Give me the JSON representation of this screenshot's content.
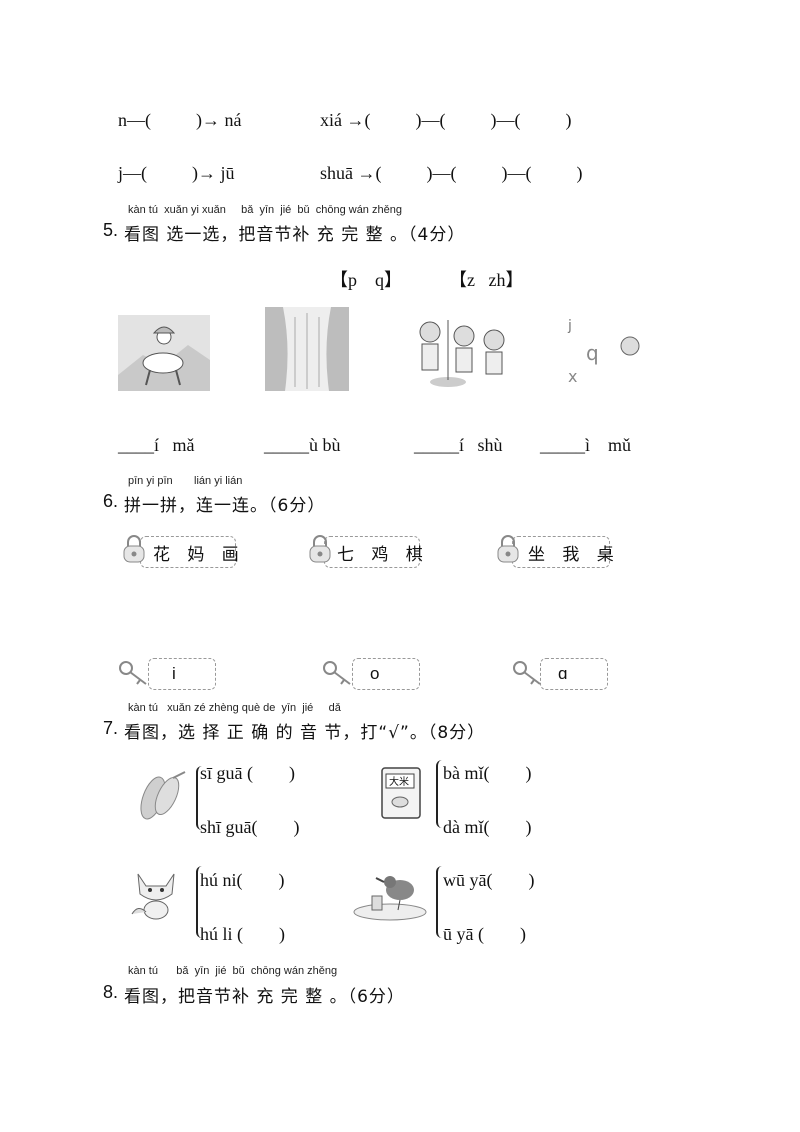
{
  "spelling": {
    "row1_left": "n—(          )→ ná",
    "row1_right": "xiá →(          )—(          )—(          )",
    "row2_left": "j—(          )→ jū",
    "row2_right": "shuā →(          )—(          )—(          )"
  },
  "q5": {
    "pinyin": "kàn tú  xuǎn yi xuǎn     bǎ  yīn  jié  bǔ  chōng wán zhěng",
    "number": "5.",
    "title": "看图 选一选，把音节补 充 完 整 。（4分）",
    "choice1": "【p    q】",
    "choice2": "【z   zh】",
    "answers": [
      "____í   mǎ",
      "_____ù bù",
      "_____í   shù",
      "_____ì    mǔ"
    ]
  },
  "q6": {
    "pinyin": "pīn yi pīn       lián yi lián",
    "number": "6.",
    "title": "拼一拼，连一连。（6分）",
    "locks": [
      "花 妈 画",
      "七 鸡 棋",
      "坐 我 桌"
    ],
    "keys": [
      "i",
      "o",
      "ɑ"
    ]
  },
  "q7": {
    "pinyin": "kàn tú   xuǎn zé zhèng què de  yīn  jié     dǎ",
    "number": "7.",
    "title": "看图，选 择 正 确 的 音 节，打“√”。（8分）",
    "bag_label": "大米",
    "options": [
      [
        "sī guā (        )",
        "shī guā(        )"
      ],
      [
        "bà mǐ(        )",
        "dà mǐ(        )"
      ],
      [
        "hú ni(        )",
        "hú li (        )"
      ],
      [
        "wū yā(        )",
        "ū yā (        )"
      ]
    ]
  },
  "q8": {
    "pinyin": "kàn tú      bǎ  yīn  jié  bǔ  chōng wán zhěng",
    "number": "8.",
    "title": "看图，把音节补 充 完 整 。（6分）"
  }
}
